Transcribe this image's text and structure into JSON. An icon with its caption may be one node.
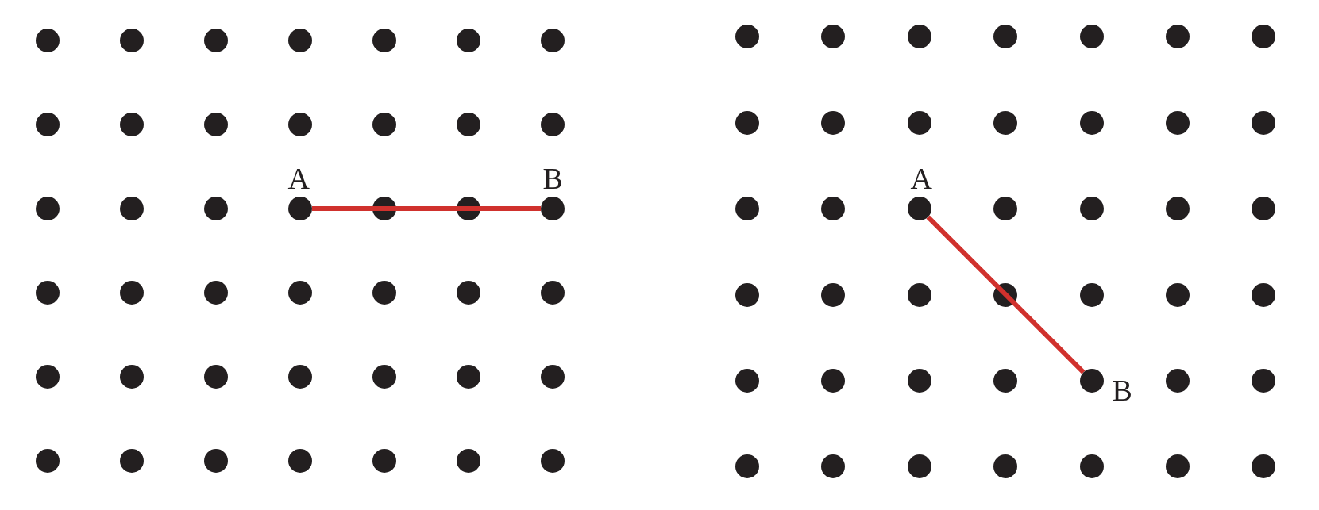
{
  "diagram": {
    "nodes": [
      {
        "text": [],
        "shape": "circle",
        "beside": [
          "A"
        ]
      },
      {
        "text": [],
        "shape": "circle",
        "beside": [
          "B"
        ]
      },
      {
        "text": [],
        "shape": "circle",
        "beside": [
          "A"
        ]
      },
      {
        "text": [],
        "shape": "circle",
        "beside": [
          "B"
        ]
      }
    ],
    "edges": [
      {
        "from": 0,
        "to": 1,
        "arrow": "none"
      },
      {
        "from": 2,
        "to": 3,
        "arrow": "none"
      }
    ]
  }
}
